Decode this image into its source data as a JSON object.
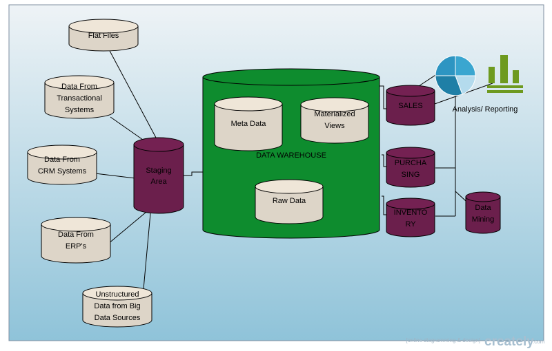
{
  "sources": {
    "flat_files": [
      "Flat Files"
    ],
    "transactional": [
      "Data From",
      "Transactional",
      "Systems"
    ],
    "crm": [
      "Data From",
      "CRM Systems"
    ],
    "erp": [
      "Data From",
      "ERP's"
    ],
    "big_data": [
      "Unstructured",
      "Data from Big",
      "Data Sources"
    ]
  },
  "staging": [
    "Staging",
    "Area"
  ],
  "warehouse": {
    "title": "DATA WAREHOUSE",
    "meta": [
      "Meta Data"
    ],
    "views": [
      "Materialized",
      "Views"
    ],
    "raw": [
      "Raw Data"
    ]
  },
  "marts": {
    "sales": [
      "SALES"
    ],
    "purchasing": [
      "PURCHA",
      "SING"
    ],
    "inventory": [
      "INVENTO",
      "RY"
    ]
  },
  "mining": [
    "Data",
    "Mining"
  ],
  "analysis_label": "Analysis/ Reporting",
  "watermark": {
    "tagline": "[online diagramming & design]",
    "brand": "creately",
    "suffix": ".com"
  },
  "colors": {
    "background_top": "#eef3f6",
    "background_bottom": "#8fc3d9",
    "warehouse_green": "#0e8c2e",
    "mart_purple": "#6b1f4c",
    "source_beige": "#ddd5c8",
    "pie_dark": "#1f7fa6",
    "pie_mid": "#3aa6d0",
    "pie_light": "#9ccde4",
    "bar_green": "#6e9a1f"
  }
}
